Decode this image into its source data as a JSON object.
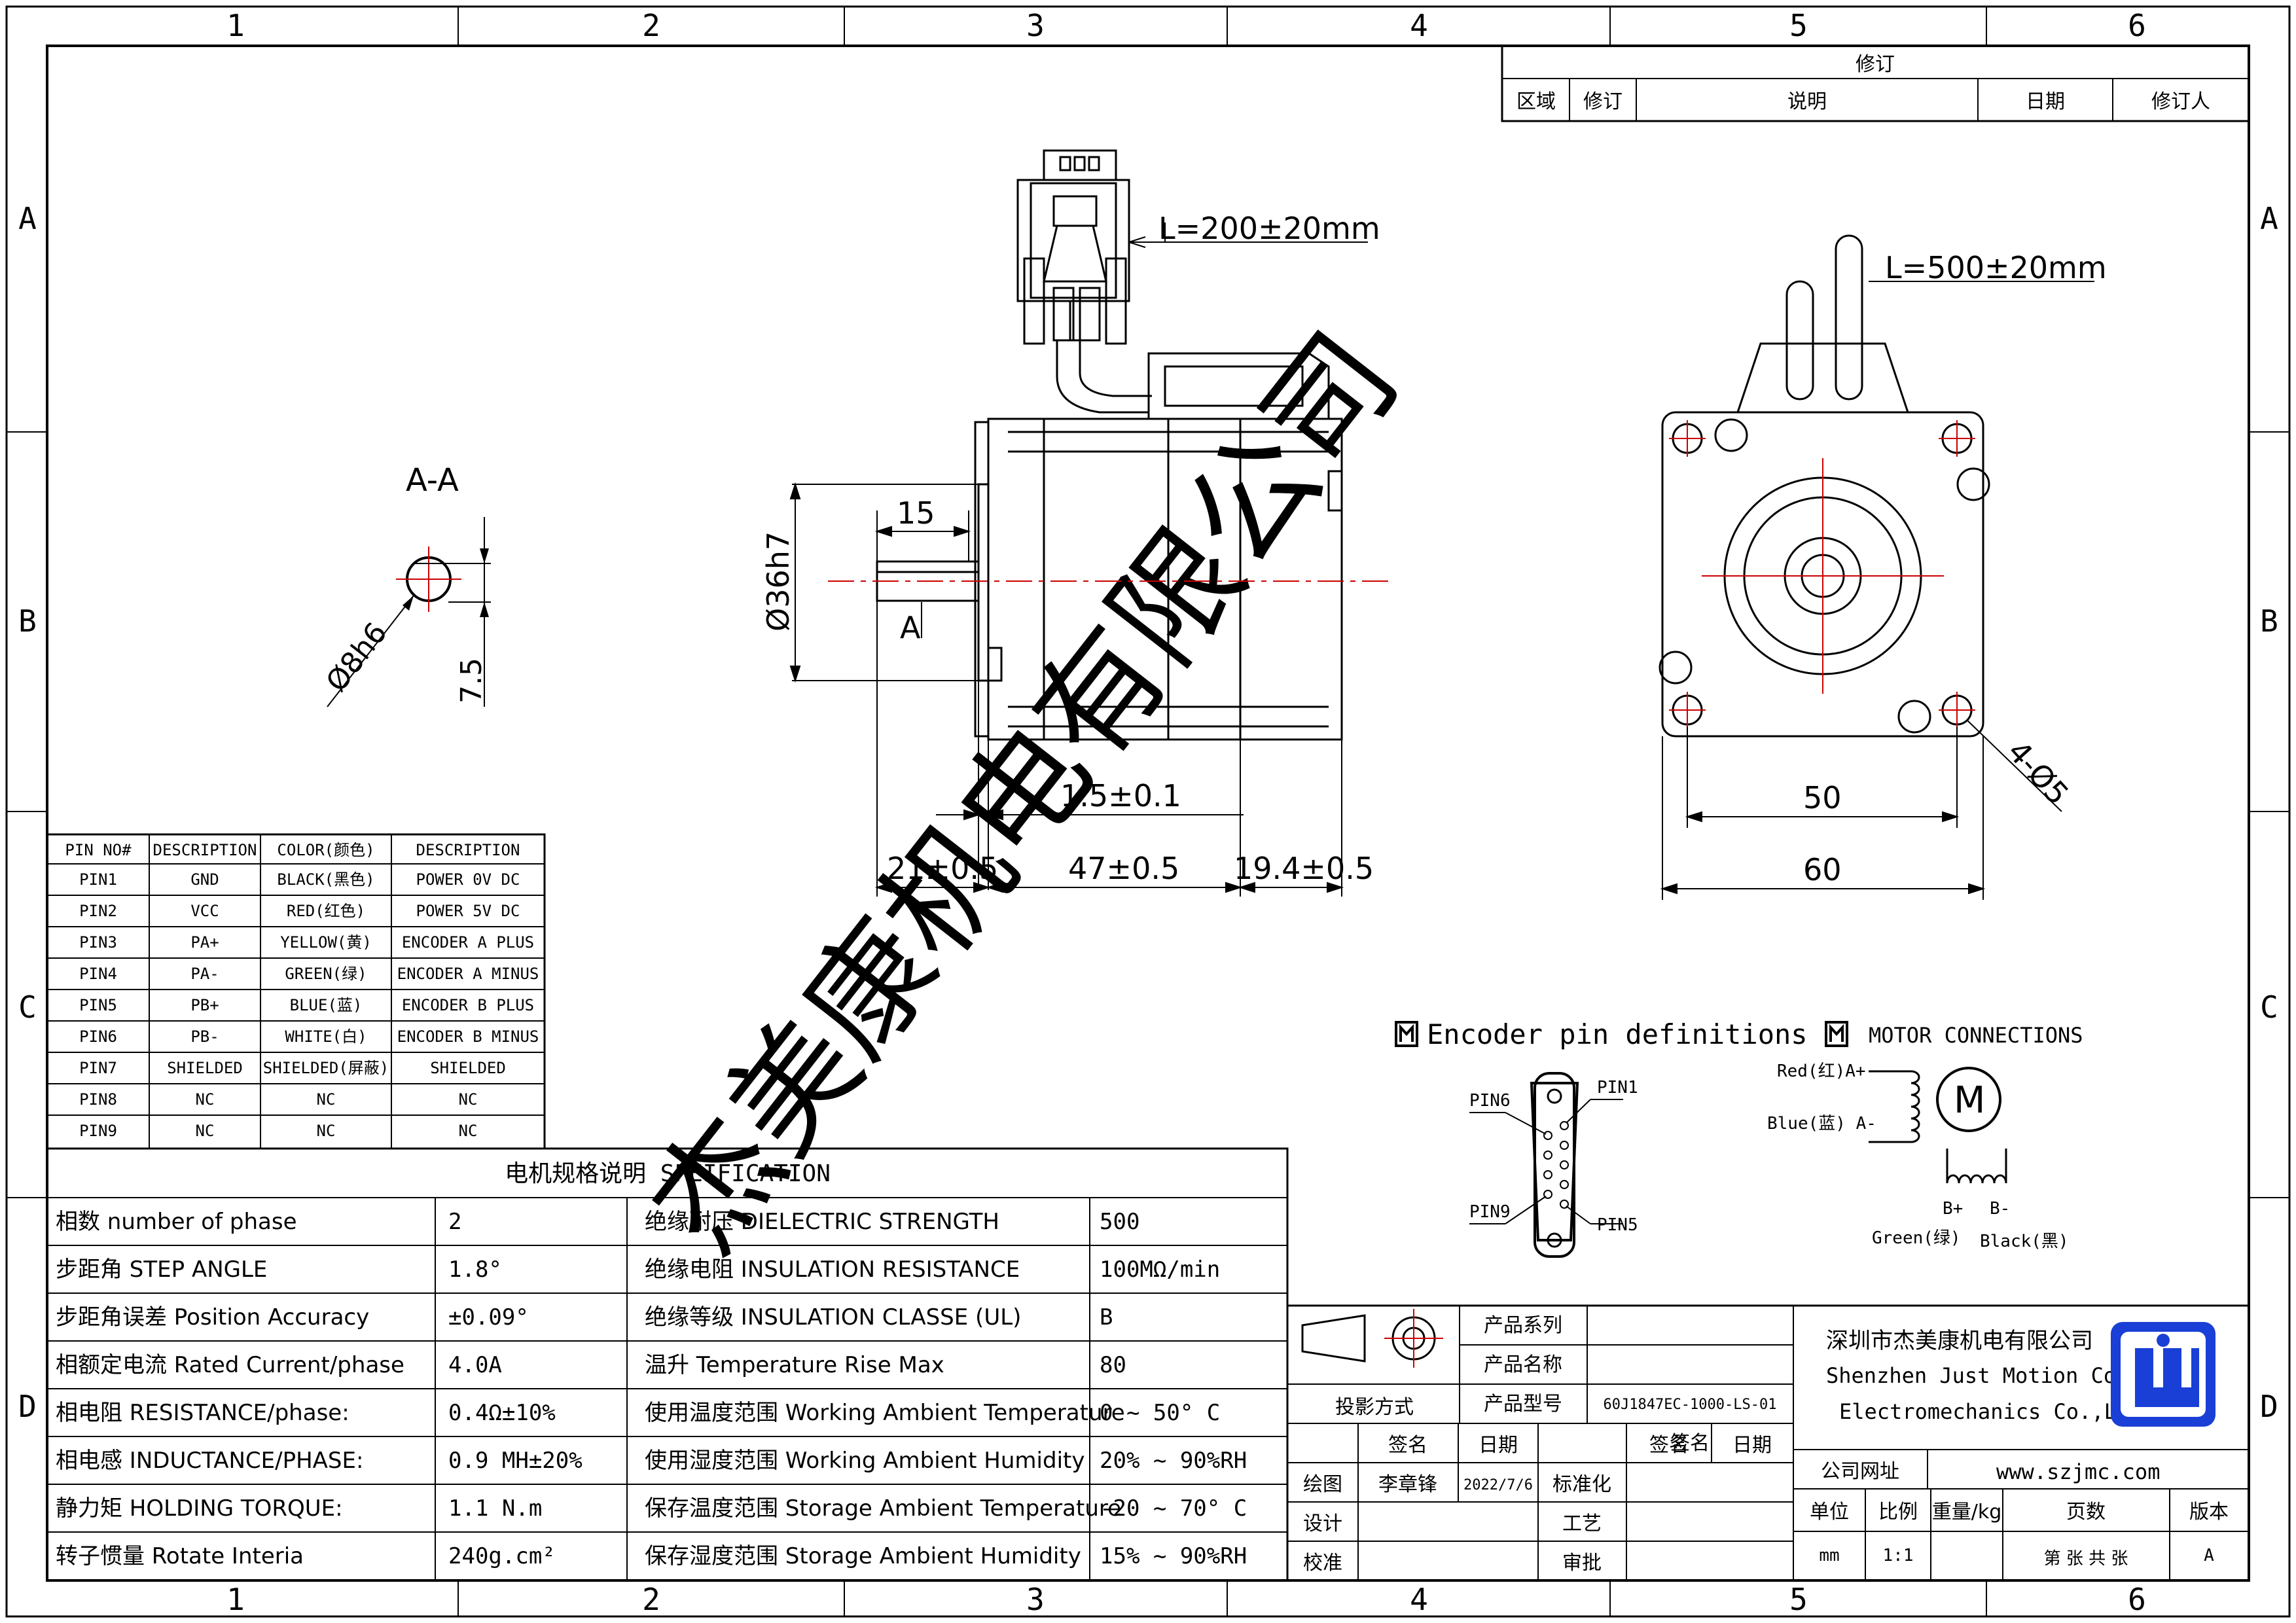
{
  "border": {
    "columns": [
      "1",
      "2",
      "3",
      "4",
      "5",
      "6"
    ],
    "rows": [
      "A",
      "B",
      "C",
      "D"
    ]
  },
  "revision_block": {
    "title": "修订",
    "headers": [
      "区域",
      "修订",
      "说明",
      "日期",
      "修订人"
    ]
  },
  "dimensions": {
    "cable_encoder": "L=200±20mm",
    "cable_motor": "L=500±20mm",
    "section_label": "A-A",
    "shaft_diameter": "Ø8h6",
    "flat_depth": "7.5",
    "flat_length": "15",
    "pilot_diameter": "Ø36h7",
    "section_marker": "A",
    "pilot_height": "1.5±0.1",
    "shaft_length": "21±0.5",
    "body_length": "47±0.5",
    "encoder_length": "19.4±0.5",
    "hole_spacing": "50",
    "flange_width": "60",
    "mount_holes": "4-Ø5"
  },
  "pin_table": {
    "headers": [
      "PIN NO#",
      "DESCRIPTION",
      "COLOR(颜色)",
      "DESCRIPTION"
    ],
    "rows": [
      [
        "PIN1",
        "GND",
        "BLACK(黑色)",
        "POWER 0V DC"
      ],
      [
        "PIN2",
        "VCC",
        "RED(红色)",
        "POWER 5V DC"
      ],
      [
        "PIN3",
        "PA+",
        "YELLOW(黄)",
        "ENCODER A PLUS"
      ],
      [
        "PIN4",
        "PA-",
        "GREEN(绿)",
        "ENCODER A MINUS"
      ],
      [
        "PIN5",
        "PB+",
        "BLUE(蓝)",
        "ENCODER B PLUS"
      ],
      [
        "PIN6",
        "PB-",
        "WHITE(白)",
        "ENCODER B MINUS"
      ],
      [
        "PIN7",
        "SHIELDED",
        "SHIELDED(屏蔽)",
        "SHIELDED"
      ],
      [
        "PIN8",
        "NC",
        "NC",
        "NC"
      ],
      [
        "PIN9",
        "NC",
        "NC",
        "NC"
      ]
    ]
  },
  "spec_table": {
    "title": "电机规格说明 SPEIFICATION",
    "rows": [
      [
        "相数 number of phase",
        "2",
        "绝缘耐压 DIELECTRIC STRENGTH",
        "500"
      ],
      [
        "步距角 STEP ANGLE",
        "1.8°",
        "绝缘电阻 INSULATION RESISTANCE",
        "100MΩ/min"
      ],
      [
        "步距角误差 Position Accuracy",
        "±0.09°",
        "绝缘等级 INSULATION CLASSE (UL)",
        "B"
      ],
      [
        "相额定电流 Rated Current/phase",
        "4.0A",
        "温升 Temperature Rise Max",
        "80"
      ],
      [
        "相电阻 RESISTANCE/phase:",
        "0.4Ω±10%",
        "使用温度范围 Working Ambient Temperature",
        "0 ~ 50° C"
      ],
      [
        "相电感 INDUCTANCE/PHASE:",
        "0.9 MH±20%",
        "使用湿度范围 Working Ambient Humidity",
        "20% ~ 90%RH"
      ],
      [
        "静力矩 HOLDING TORQUE:",
        "1.1 N.m",
        "保存温度范围 Storage Ambient Temperature",
        "-20 ~ 70° C"
      ],
      [
        "转子惯量 Rotate Interia",
        "240g.cm²",
        "保存湿度范围 Storage Ambient Humidity",
        "15% ~ 90%RH"
      ]
    ]
  },
  "encoder_pins": {
    "title": "Encoder pin definitions",
    "pin6": "PIN6",
    "pin1": "PIN1",
    "pin9": "PIN9",
    "pin5": "PIN5"
  },
  "motor_connections": {
    "title": "MOTOR CONNECTIONS",
    "a_plus": "Red(红)A+",
    "a_minus": "Blue(蓝) A-",
    "b_plus": "B+",
    "b_minus": "B-",
    "green": "Green(绿)",
    "black": "Black(黑)",
    "motor": "M"
  },
  "title_block": {
    "product_series_label": "产品系列",
    "product_series": "",
    "product_name_label": "产品名称",
    "product_name": "",
    "projection_label": "投影方式",
    "product_model_label": "产品型号",
    "product_model": "60J1847EC-1000-LS-01",
    "sign_label": "签名",
    "date_label": "日期",
    "sign_label_2": "签名",
    "date_label_2": "日期",
    "drawn_label": "绘图",
    "drawn_by": "李章锋",
    "drawn_date": "2022/7/6",
    "standard_label": "标准化",
    "design_label": "设计",
    "process_label": "工艺",
    "check_label": "校准",
    "approve_label": "审批",
    "company_cn": "深圳市杰美康机电有限公司",
    "company_en1": "Shenzhen Just Motion Control",
    "company_en2": "Electromechanics Co.,LTD",
    "website_label": "公司网址",
    "website": "www.szjmc.com",
    "unit_label": "单位",
    "scale_label": "比例",
    "weight_label": "重量/kg",
    "pages_label": "页数",
    "version_label": "版本",
    "unit": "mm",
    "scale": "1:1",
    "pages": "第 张 共 张",
    "version": "A"
  },
  "watermark": "杰美康机电有限公司",
  "colors": {
    "line": "#000000",
    "centerline": "#cc0000",
    "logo_blue": "#1a3fd6",
    "watermark": "#c8c8c8"
  }
}
